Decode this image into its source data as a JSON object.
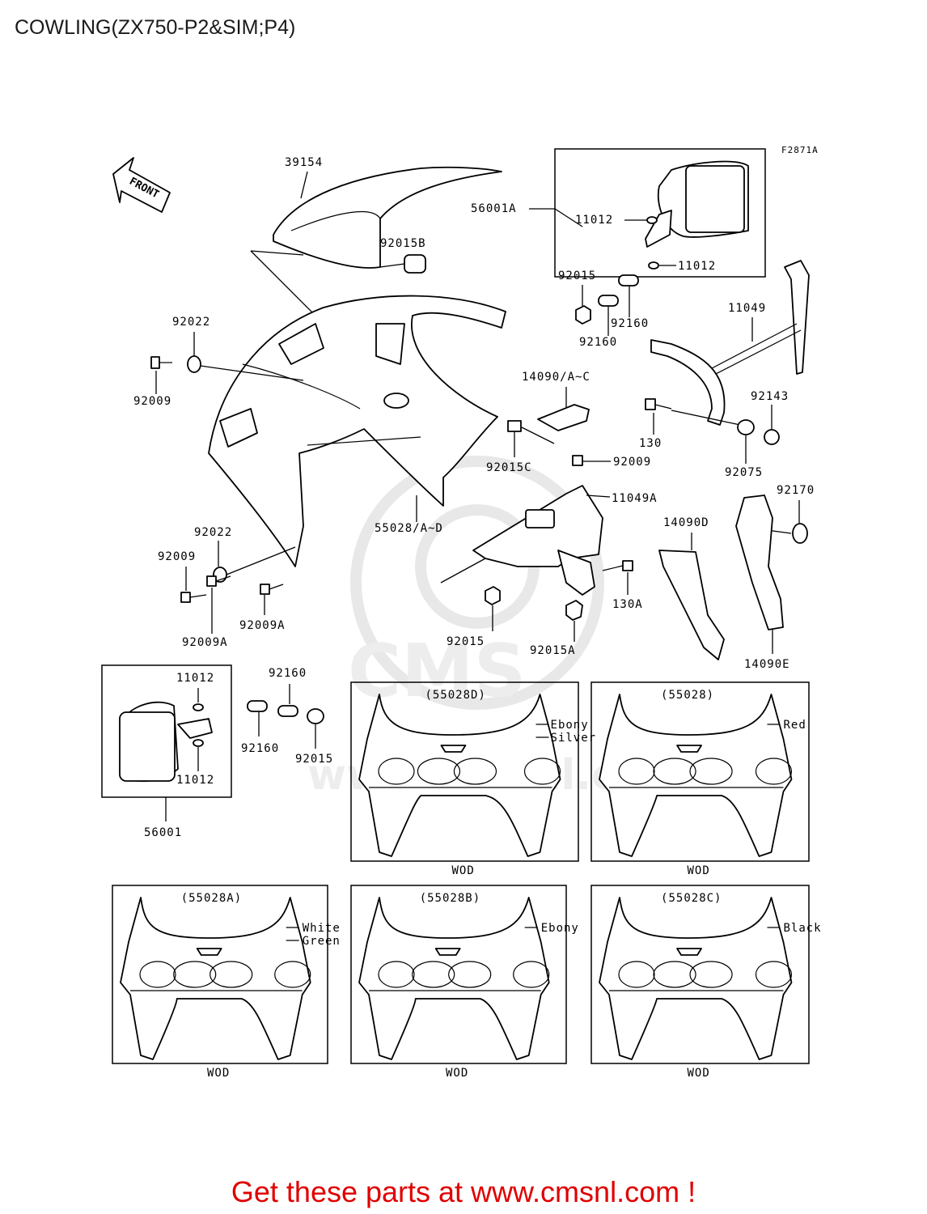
{
  "title": "COWLING(ZX750-P2&SIM;P4)",
  "figure_code": "F2871A",
  "front_label": "FRONT",
  "watermark": "CMS",
  "watermark_url": "www.cmsnl.com",
  "promo": "Get these parts at www.cmsnl.com !",
  "wod": "WOD",
  "parts": {
    "p39154": "39154",
    "p92015B": "92015B",
    "p56001A": "56001A",
    "p11012a": "11012",
    "p11012b": "11012",
    "p92015a": "92015",
    "p92160a": "92160",
    "p92160b": "92160",
    "p11049": "11049",
    "p92022a": "92022",
    "p92009a": "92009",
    "p14090": "14090/A~C",
    "p92143": "92143",
    "p130": "130",
    "p92015C": "92015C",
    "p92009b": "92009",
    "p92075": "92075",
    "p11049A": "11049A",
    "p92170": "92170",
    "p14090D": "14090D",
    "p55028": "55028/A~D",
    "p92022b": "92022",
    "p92009c": "92009",
    "p92009A": "92009A",
    "p92009A2": "92009A",
    "p92015b2": "92015",
    "p92015A": "92015A",
    "p130A": "130A",
    "p14090E": "14090E",
    "p11012c": "11012",
    "p11012d": "11012",
    "p92160c": "92160",
    "p92160d": "92160",
    "p92015c3": "92015",
    "p56001": "56001"
  },
  "variants": [
    {
      "code": "(55028D)",
      "colors": [
        "Ebony",
        "Silver"
      ]
    },
    {
      "code": "(55028)",
      "colors": [
        "Red"
      ]
    },
    {
      "code": "(55028A)",
      "colors": [
        "White",
        "Green"
      ]
    },
    {
      "code": "(55028B)",
      "colors": [
        "Ebony"
      ]
    },
    {
      "code": "(55028C)",
      "colors": [
        "Black"
      ]
    }
  ],
  "colors": {
    "promo": "#e00000",
    "line": "#000000",
    "watermark": "#e6e6e6"
  }
}
